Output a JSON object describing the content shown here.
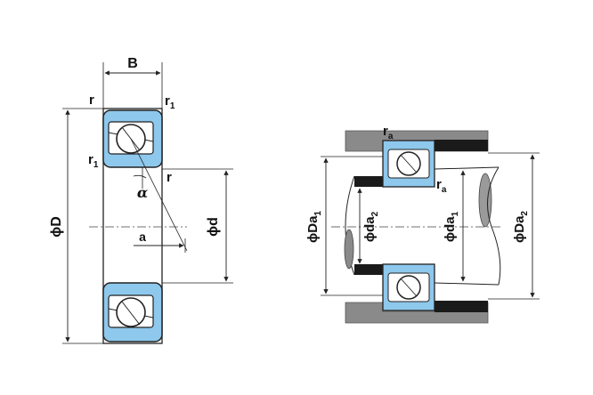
{
  "labels": {
    "B": "B",
    "r": "r",
    "r1_main": "r",
    "r1_sub": "1",
    "r1b_main": "r",
    "r1b_sub": "1",
    "alpha": "α",
    "r_inner": "r",
    "a": "a",
    "phiD": "ϕD",
    "phid": "ϕd",
    "ra_top_main": "r",
    "ra_top_sub": "a",
    "ra_mid_main": "r",
    "ra_mid_sub": "a",
    "phiDa1_main": "ϕDa",
    "phiDa1_sub": "1",
    "phida2_main": "ϕda",
    "phida2_sub": "2",
    "phida1_main": "ϕda",
    "phida1_sub": "1",
    "phiDa2_main": "ϕDa",
    "phiDa2_sub": "2"
  },
  "colors": {
    "ring_fill": "#8ec8ec",
    "housing_gray": "#8a8a8a",
    "shaft_black": "#1a1a1a",
    "line": "#222222"
  }
}
